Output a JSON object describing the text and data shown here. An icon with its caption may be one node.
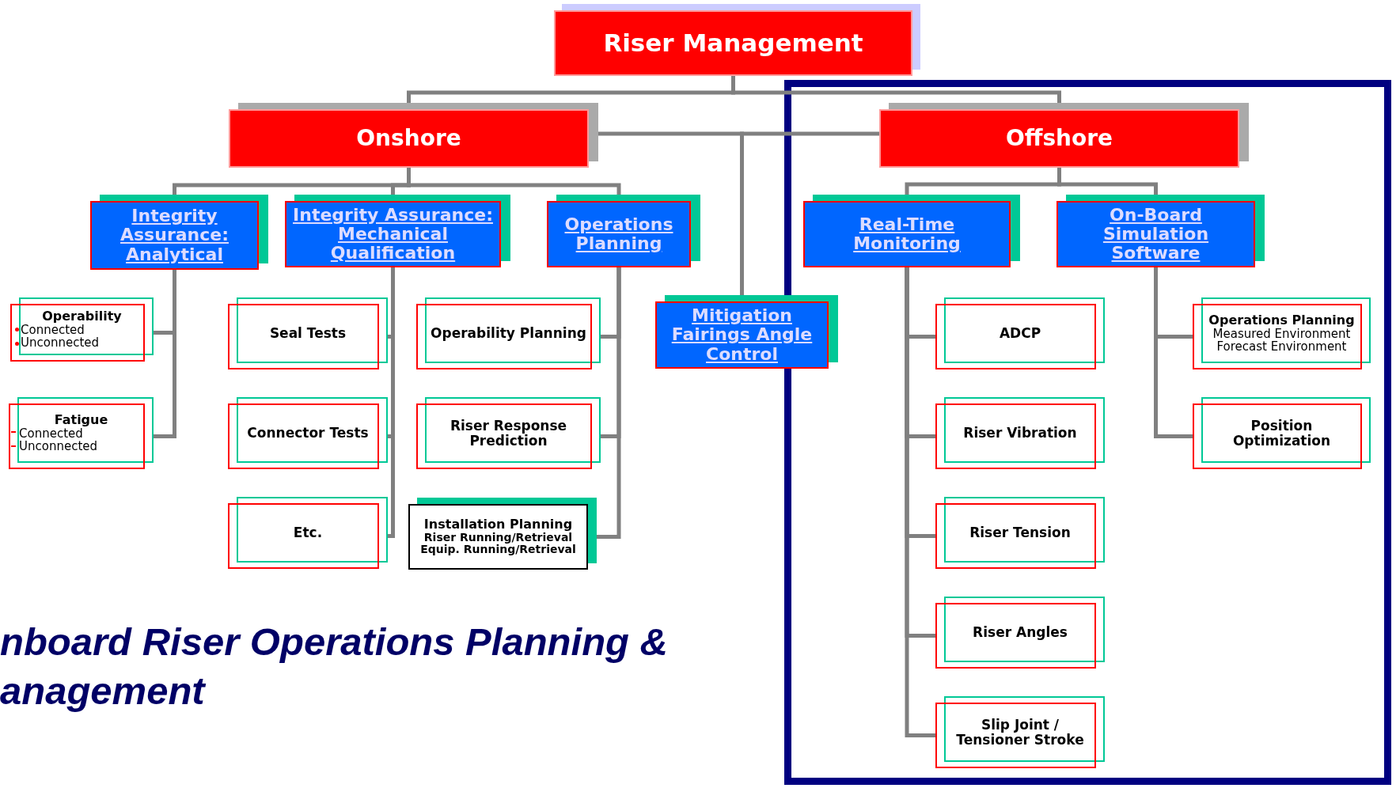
{
  "diagram": {
    "nodes": [
      {
        "text": [
          "Riser Management"
        ]
      },
      {
        "text": [
          "Onshore"
        ]
      },
      {
        "text": [
          "Offshore"
        ]
      },
      {
        "text": [
          "Integrity Assurance: Analytical"
        ]
      },
      {
        "text": [
          "Integrity Assurance: Mechanical Qualification"
        ]
      },
      {
        "text": [
          "Operations Planning"
        ]
      },
      {
        "text": [
          "Mitigation Fairings Angle Control"
        ]
      },
      {
        "text": [
          "Real-Time Monitoring"
        ]
      },
      {
        "text": [
          "On-Board Simulation Software"
        ]
      },
      {
        "text": [
          "Operability",
          "Connected",
          "Unconnected"
        ]
      },
      {
        "text": [
          "Fatigue",
          "Connected",
          "Unconnected"
        ]
      },
      {
        "text": [
          "Seal Tests"
        ]
      },
      {
        "text": [
          "Connector Tests"
        ]
      },
      {
        "text": [
          "Etc."
        ]
      },
      {
        "text": [
          "Operability Planning"
        ]
      },
      {
        "text": [
          "Riser Response Prediction"
        ]
      },
      {
        "text": [
          "Installation Planning",
          "Riser Running/Retrieval",
          "Equip. Running/Retrieval"
        ]
      },
      {
        "text": [
          "ADCP"
        ]
      },
      {
        "text": [
          "Riser Vibration"
        ]
      },
      {
        "text": [
          "Riser Tension"
        ]
      },
      {
        "text": [
          "Riser Angles"
        ]
      },
      {
        "text": [
          "Slip Joint / Tensioner Stroke"
        ]
      },
      {
        "text": [
          "Operations Planning",
          "Measured Environment",
          "Forecast Environment"
        ]
      },
      {
        "text": [
          "Position Optimization"
        ]
      }
    ],
    "edges": [
      {
        "from": 0,
        "to": 1,
        "arrow": "none"
      },
      {
        "from": 0,
        "to": 2,
        "arrow": "none"
      },
      {
        "from": 1,
        "to": 6,
        "arrow": "none"
      },
      {
        "from": 2,
        "to": 6,
        "arrow": "none"
      },
      {
        "from": 1,
        "to": 3,
        "arrow": "none"
      },
      {
        "from": 1,
        "to": 4,
        "arrow": "none"
      },
      {
        "from": 1,
        "to": 5,
        "arrow": "none"
      },
      {
        "from": 3,
        "to": 9,
        "arrow": "none"
      },
      {
        "from": 3,
        "to": 10,
        "arrow": "none"
      },
      {
        "from": 4,
        "to": 11,
        "arrow": "none"
      },
      {
        "from": 4,
        "to": 12,
        "arrow": "none"
      },
      {
        "from": 4,
        "to": 13,
        "arrow": "none"
      },
      {
        "from": 5,
        "to": 14,
        "arrow": "none"
      },
      {
        "from": 5,
        "to": 15,
        "arrow": "none"
      },
      {
        "from": 5,
        "to": 16,
        "arrow": "none"
      },
      {
        "from": 2,
        "to": 7,
        "arrow": "none"
      },
      {
        "from": 2,
        "to": 8,
        "arrow": "none"
      },
      {
        "from": 7,
        "to": 17,
        "arrow": "none"
      },
      {
        "from": 7,
        "to": 18,
        "arrow": "none"
      },
      {
        "from": 7,
        "to": 19,
        "arrow": "none"
      },
      {
        "from": 7,
        "to": 20,
        "arrow": "none"
      },
      {
        "from": 7,
        "to": 21,
        "arrow": "none"
      },
      {
        "from": 8,
        "to": 22,
        "arrow": "none"
      },
      {
        "from": 8,
        "to": 23,
        "arrow": "none"
      }
    ],
    "labels": [
      "nboard Riser Operations Planning & anagement"
    ]
  }
}
